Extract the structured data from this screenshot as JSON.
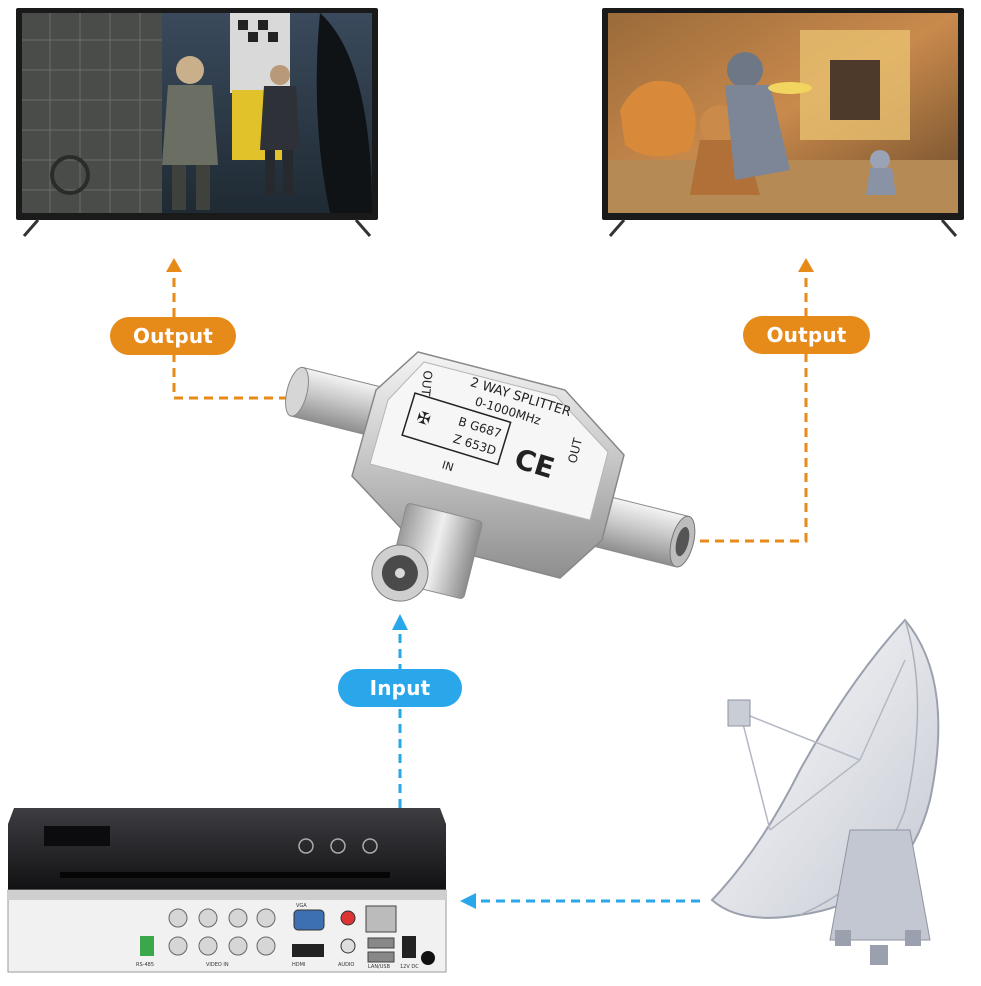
{
  "labels": {
    "output_left": "Output",
    "output_right": "Output",
    "input": "Input"
  },
  "splitter": {
    "title": "2 WAY SPLITTER",
    "range": "0-1000MHz",
    "code_line1": "B G687",
    "code_line2": "Z 653D",
    "port_out_left": "OUT",
    "port_out_right": "OUT",
    "port_in": "IN",
    "mark": "CE"
  },
  "dvr": {
    "port_vga": "VGA",
    "port_hdmi": "HDMI",
    "port_video_in": "VIDEO IN",
    "port_audio": "AUDIO",
    "port_lan": "LAN/USB",
    "port_power": "12V DC",
    "port_rs485": "RS-485"
  },
  "colors": {
    "output": "#e68a1a",
    "input": "#2aa6ea"
  },
  "icons": [
    "tv-icon",
    "splitter-icon",
    "dvr-icon",
    "satellite-dish-icon"
  ]
}
